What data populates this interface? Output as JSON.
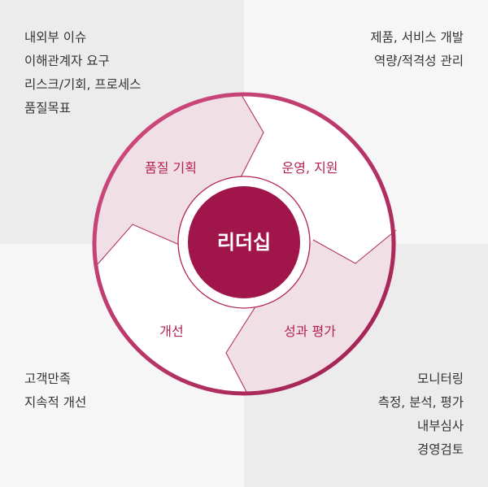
{
  "corners": {
    "top_left": [
      "내외부 이슈",
      "이해관계자 요구",
      "리스크/기회, 프로세스",
      "품질목표"
    ],
    "top_right": [
      "제품, 서비스 개발",
      "역량/적격성 관리"
    ],
    "bottom_left": [
      "고객만족",
      "지속적 개선"
    ],
    "bottom_right": [
      "모니터링",
      "측정, 분석, 평가",
      "내부심사",
      "경영검토"
    ]
  },
  "cycle": {
    "center": "리더십",
    "segments": [
      "품질 기획",
      "운영, 지원",
      "성과 평가",
      "개선"
    ]
  },
  "colors": {
    "accent": "#b3214f",
    "center_fill": "#a0164a",
    "ring": "#c23a6c",
    "highlight_fill": "#f0e0e5"
  }
}
